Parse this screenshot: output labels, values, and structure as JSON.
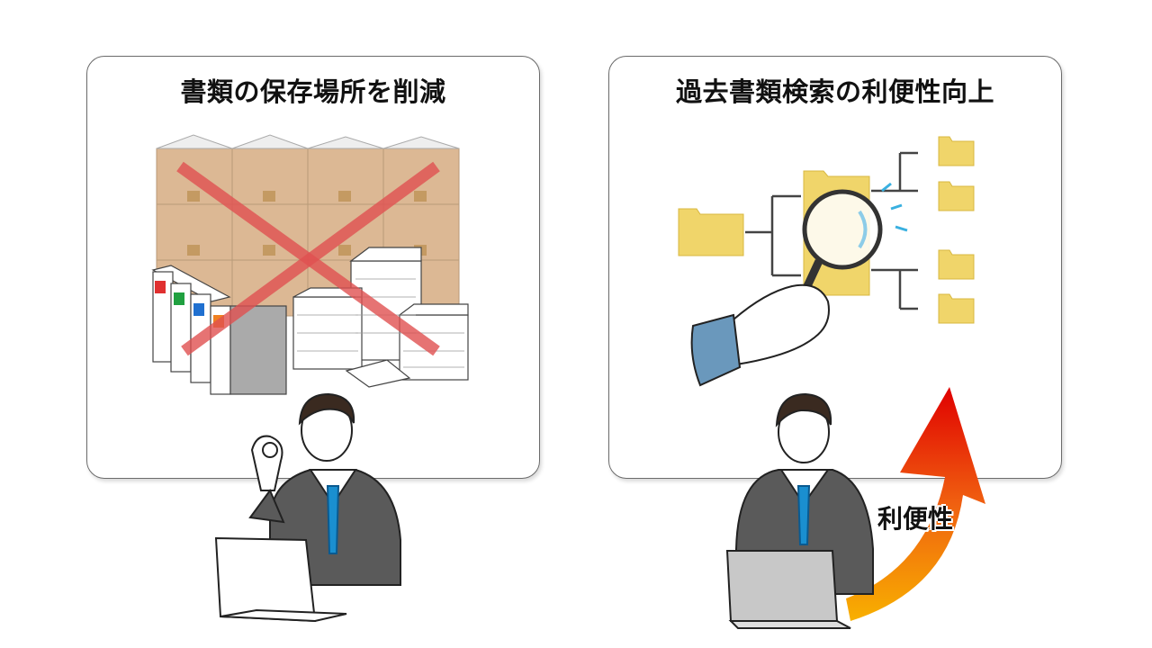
{
  "left_panel": {
    "title": "書類の保存場所を削減"
  },
  "right_panel": {
    "title": "過去書類検索の利便性向上",
    "arrow_label": "利便性"
  },
  "colors": {
    "cross": "#e05050",
    "box": "#d9b48f",
    "folder": "#f0d56a",
    "tie": "#1a8fd0",
    "arrow_top": "#e00000",
    "arrow_bottom": "#f8b000"
  }
}
